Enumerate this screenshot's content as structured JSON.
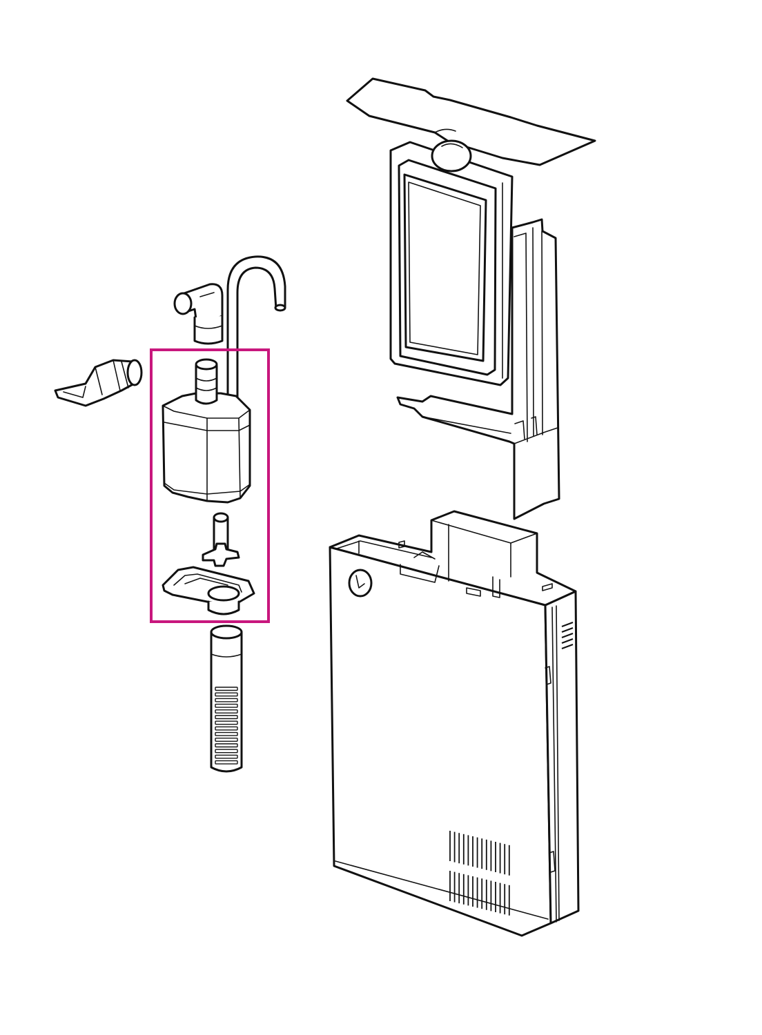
{
  "diagram": {
    "kind": "exploded-assembly-line-drawing",
    "line_color": "#111111",
    "background_color": "#ffffff",
    "highlight_color": "#c8177d",
    "parts": [
      "top-cover-lid",
      "filter-cartridge-frame",
      "divider-plate",
      "pump-output-elbow",
      "return-tube",
      "flat-nozzle",
      "pump-body",
      "impeller",
      "pump-base-plate",
      "intake-strainer",
      "filter-housing"
    ],
    "highlighted_group": [
      "pump-body",
      "impeller",
      "pump-base-plate"
    ]
  }
}
